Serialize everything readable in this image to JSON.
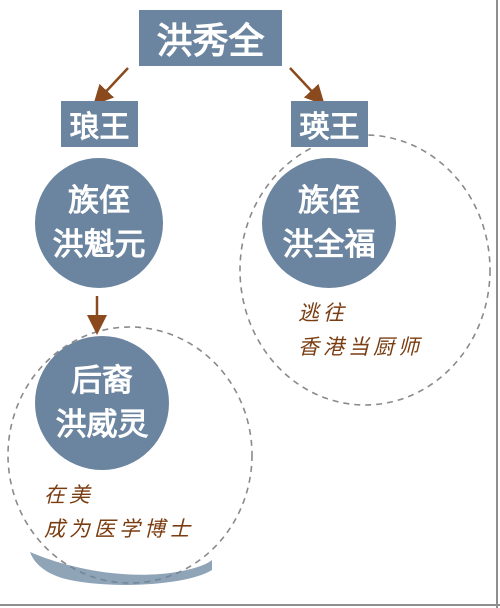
{
  "colors": {
    "node": "#6b85a0",
    "arrow": "#8a4a1e",
    "note_text": "#7a3d12",
    "dashed": "#8a8a8a"
  },
  "root": {
    "label": "洪秀全"
  },
  "branches": [
    {
      "title": "琅王",
      "node_lines": [
        "族侄",
        "洪魁元"
      ],
      "has_child": true
    },
    {
      "title": "瑛王",
      "node_lines": [
        "族侄",
        "洪全福"
      ],
      "note_lines": [
        "逃往",
        "香港当厨师"
      ]
    }
  ],
  "descendant": {
    "node_lines": [
      "后裔",
      "洪威灵"
    ],
    "note_lines": [
      "在美",
      "成为医学博士"
    ]
  }
}
